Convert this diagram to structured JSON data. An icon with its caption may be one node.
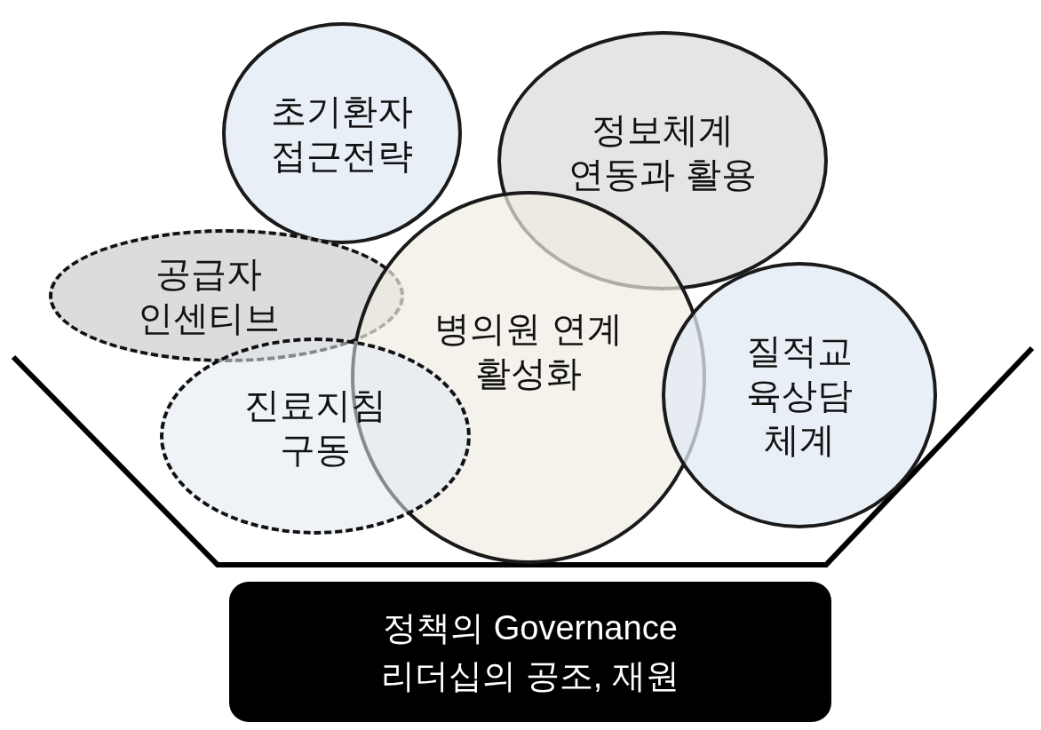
{
  "diagram": {
    "nodes": [
      {
        "text": [
          "초기환자 접근전략"
        ]
      },
      {
        "text": [
          "정보체계 연동과 활용"
        ]
      },
      {
        "text": [
          "공급자 인센티브"
        ]
      },
      {
        "text": [
          "병의원 연계 활성화"
        ]
      },
      {
        "text": [
          "질적교육상담 체계"
        ]
      },
      {
        "text": [
          "진료지침 구동"
        ]
      },
      {
        "text": [
          "정책의 Governance 리더십의 공조, 재원"
        ]
      }
    ]
  }
}
